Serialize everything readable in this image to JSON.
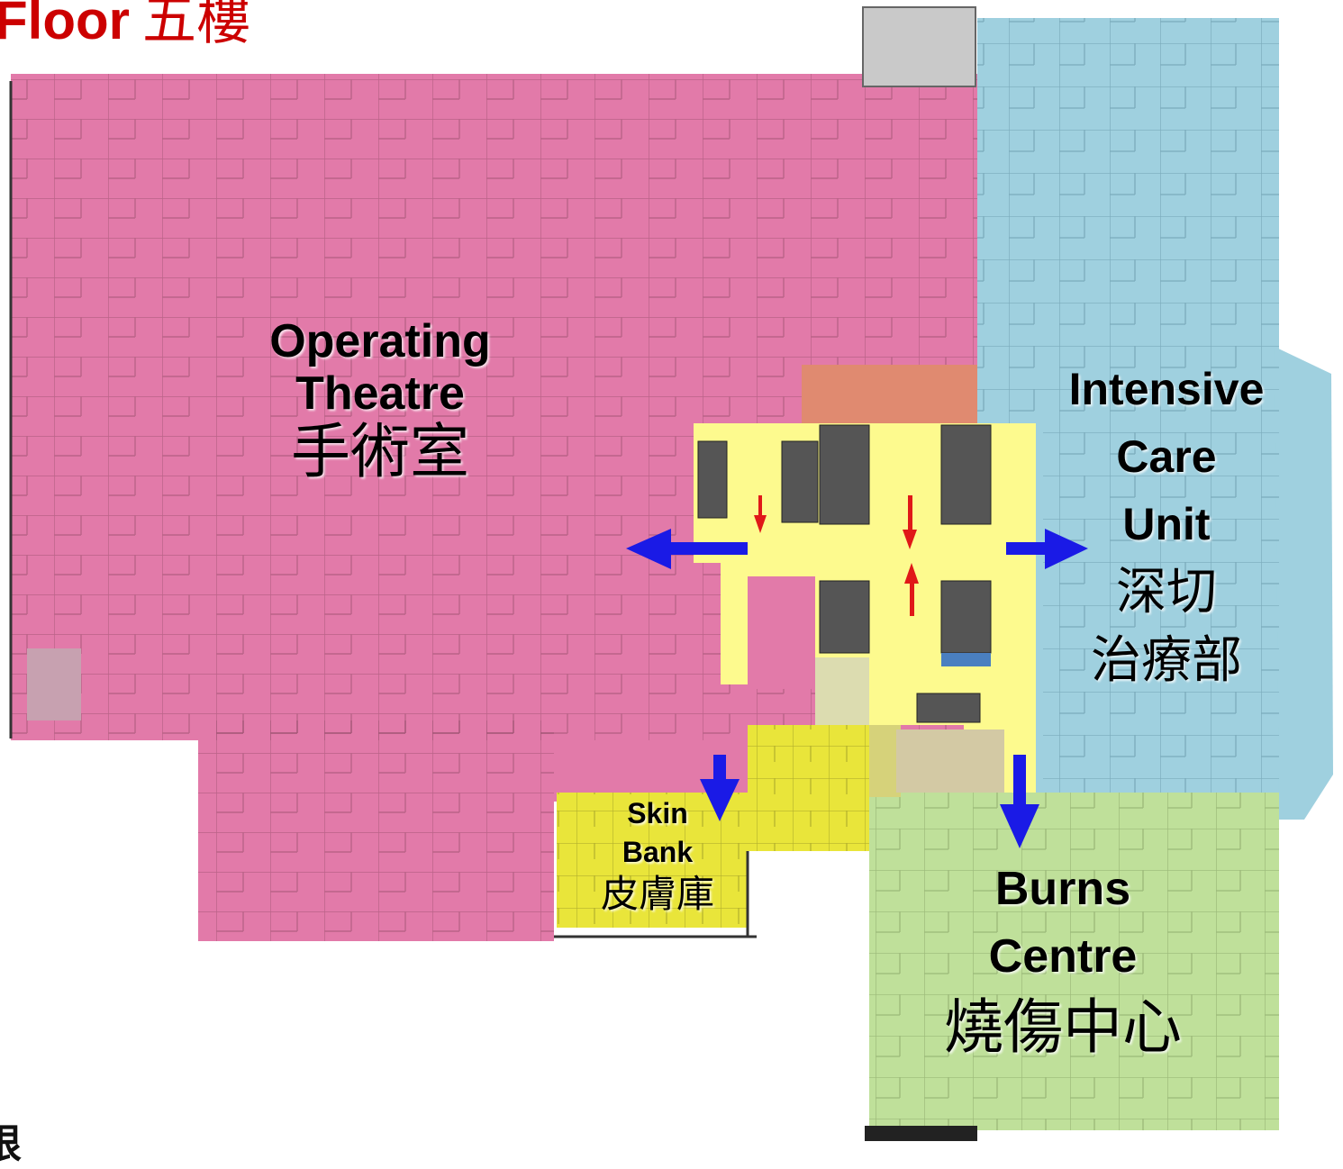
{
  "page": {
    "floor_title": "Floor",
    "floor_title_zh": "五樓",
    "bottom_note": "根"
  },
  "zones": {
    "operating_theatre": {
      "en_line1": "Operating",
      "en_line2": "Theatre",
      "zh": "手術室",
      "color": "#e27aa9"
    },
    "intensive_care": {
      "en_line1": "Intensive",
      "en_line2": "Care",
      "en_line3": "Unit",
      "zh_line1": "深切",
      "zh_line2": "治療部",
      "color": "#9fd0df"
    },
    "burns_centre": {
      "en_line1": "Burns",
      "en_line2": "Centre",
      "zh": "燒傷中心",
      "color": "#bfe09a"
    },
    "skin_bank": {
      "en_line1": "Skin",
      "en_line2": "Bank",
      "zh": "皮膚庫",
      "color": "#e9e53a"
    },
    "lift_lobby": {
      "color": "#fdfa8e"
    }
  },
  "arrows": {
    "exit_color": "#1a1ae6",
    "lift_color": "#e01818"
  }
}
